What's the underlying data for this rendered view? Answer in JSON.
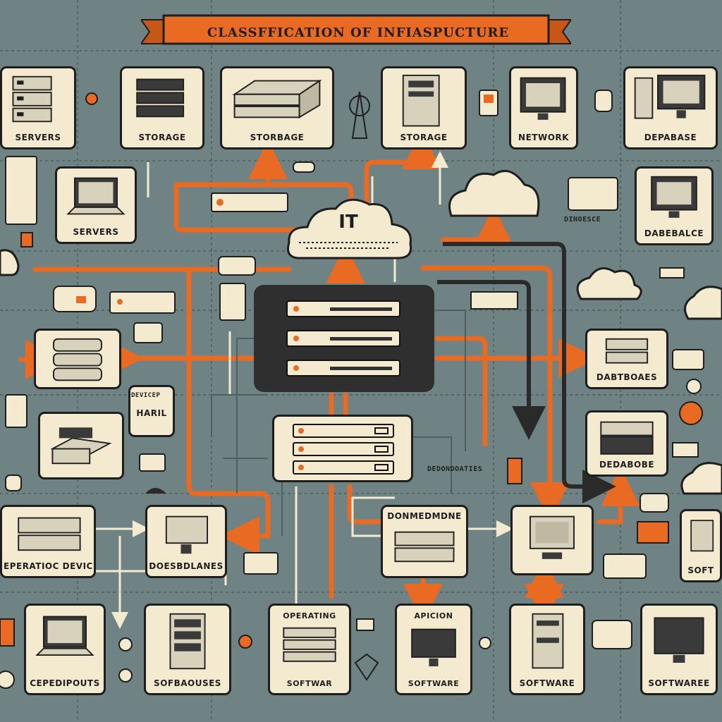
{
  "title": "CLASSFFICATION OF INFIASPUCTURE",
  "hub_label": "IT",
  "cards": {
    "row1": [
      {
        "id": "servers-top",
        "label": "SERVERS"
      },
      {
        "id": "storage-1",
        "label": "STORAGE"
      },
      {
        "id": "storage-2",
        "label": "STORBAGE"
      },
      {
        "id": "storage-3",
        "label": "STORAGE"
      },
      {
        "id": "network",
        "label": "NETWORK"
      },
      {
        "id": "database-top",
        "label": "DEPABASE"
      }
    ],
    "row2": [
      {
        "id": "servers-mid",
        "label": "SERVERS"
      },
      {
        "id": "database-right",
        "label": "DABEBALCE"
      }
    ],
    "middle": [
      {
        "id": "servers-stack-left",
        "label": ""
      },
      {
        "id": "hard-note",
        "label": "HARIL"
      },
      {
        "id": "server-box-left",
        "label": ""
      },
      {
        "id": "databases",
        "label": "DABTBOAES"
      },
      {
        "id": "database-box",
        "label": "DEDABOBE"
      }
    ],
    "row4": [
      {
        "id": "devices",
        "label": "EPERATIOC DEVICES"
      },
      {
        "id": "desktop-devices",
        "label": "DOESBDLANES"
      },
      {
        "id": "components-mid",
        "label": "DONMEDMDNE"
      },
      {
        "id": "computer-right",
        "label": ""
      },
      {
        "id": "software-right",
        "label": "SOFT"
      }
    ],
    "row5": [
      {
        "id": "endpoints",
        "label": "CEPEDIPOUTS"
      },
      {
        "id": "softboxes",
        "label": "SOFBAOUSES"
      },
      {
        "id": "operating",
        "label": "SOFTWAR",
        "heading": "OPERATING"
      },
      {
        "id": "application",
        "label": "SOFTWARE",
        "heading": "APICION"
      },
      {
        "id": "software-4",
        "label": "SOFTWARE"
      },
      {
        "id": "software-5",
        "label": "SOFTWAREE"
      }
    ]
  },
  "small_labels": {
    "dinoesce": "DINOESCE",
    "endpoint_note": "DEVICEP",
    "connection": "DEDONDOATIES",
    "bottom_mid": "SOFTWARE"
  },
  "colors": {
    "background": "#6f8384",
    "card": "#f3ead0",
    "accent": "#e86a23",
    "ink": "#1e1e1e",
    "hub": "#2f2f2f"
  }
}
